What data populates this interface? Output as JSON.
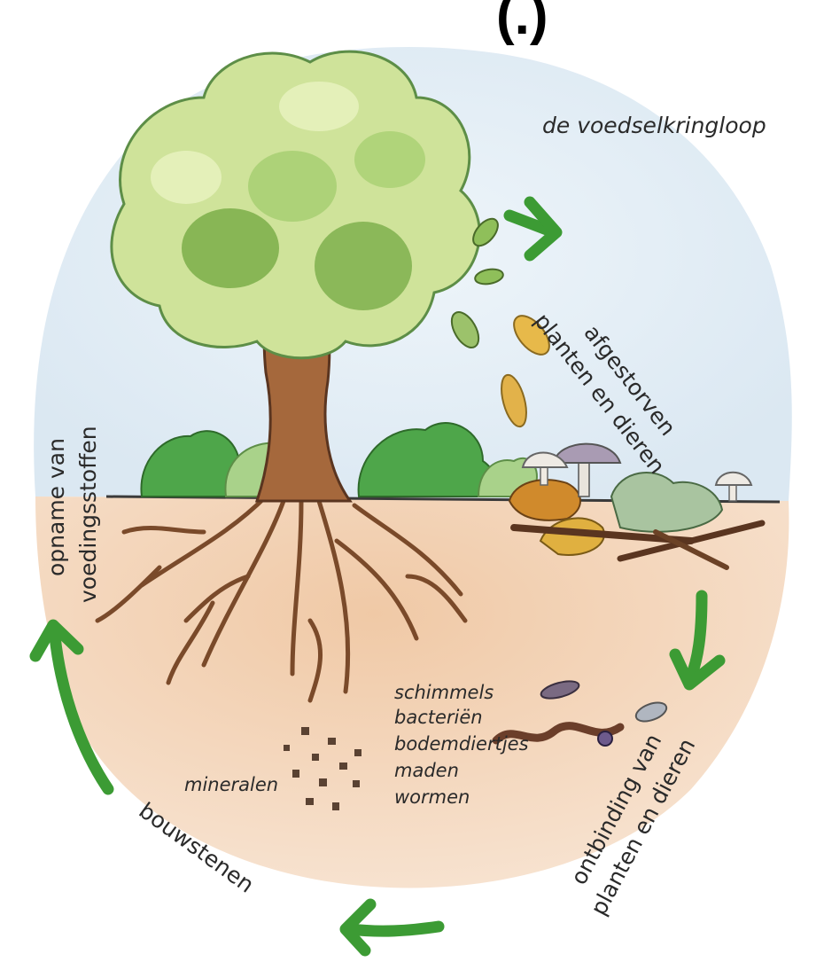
{
  "heading_fragment": "(.)",
  "title": "de voedselkringloop",
  "cycle_labels": {
    "dead": [
      "afgestorven",
      "planten en dieren"
    ],
    "decomposition": [
      "ontbinding van",
      "planten en dieren"
    ],
    "building_blocks": "bouwstenen",
    "uptake": [
      "opname van",
      "voedingsstoffen"
    ]
  },
  "decomposers": [
    "schimmels",
    "bacteriën",
    "bodemdiertjes",
    "maden",
    "wormen"
  ],
  "minerals": "mineralen",
  "colors": {
    "arrow": "#3c9b34",
    "soil": "#f2cfb0",
    "sky": "#e3eef6",
    "trunk": "#a5683c",
    "leaf_light": "#cfe39a",
    "leaf_dark": "#7fb04e",
    "bush": "#4ea64a"
  }
}
